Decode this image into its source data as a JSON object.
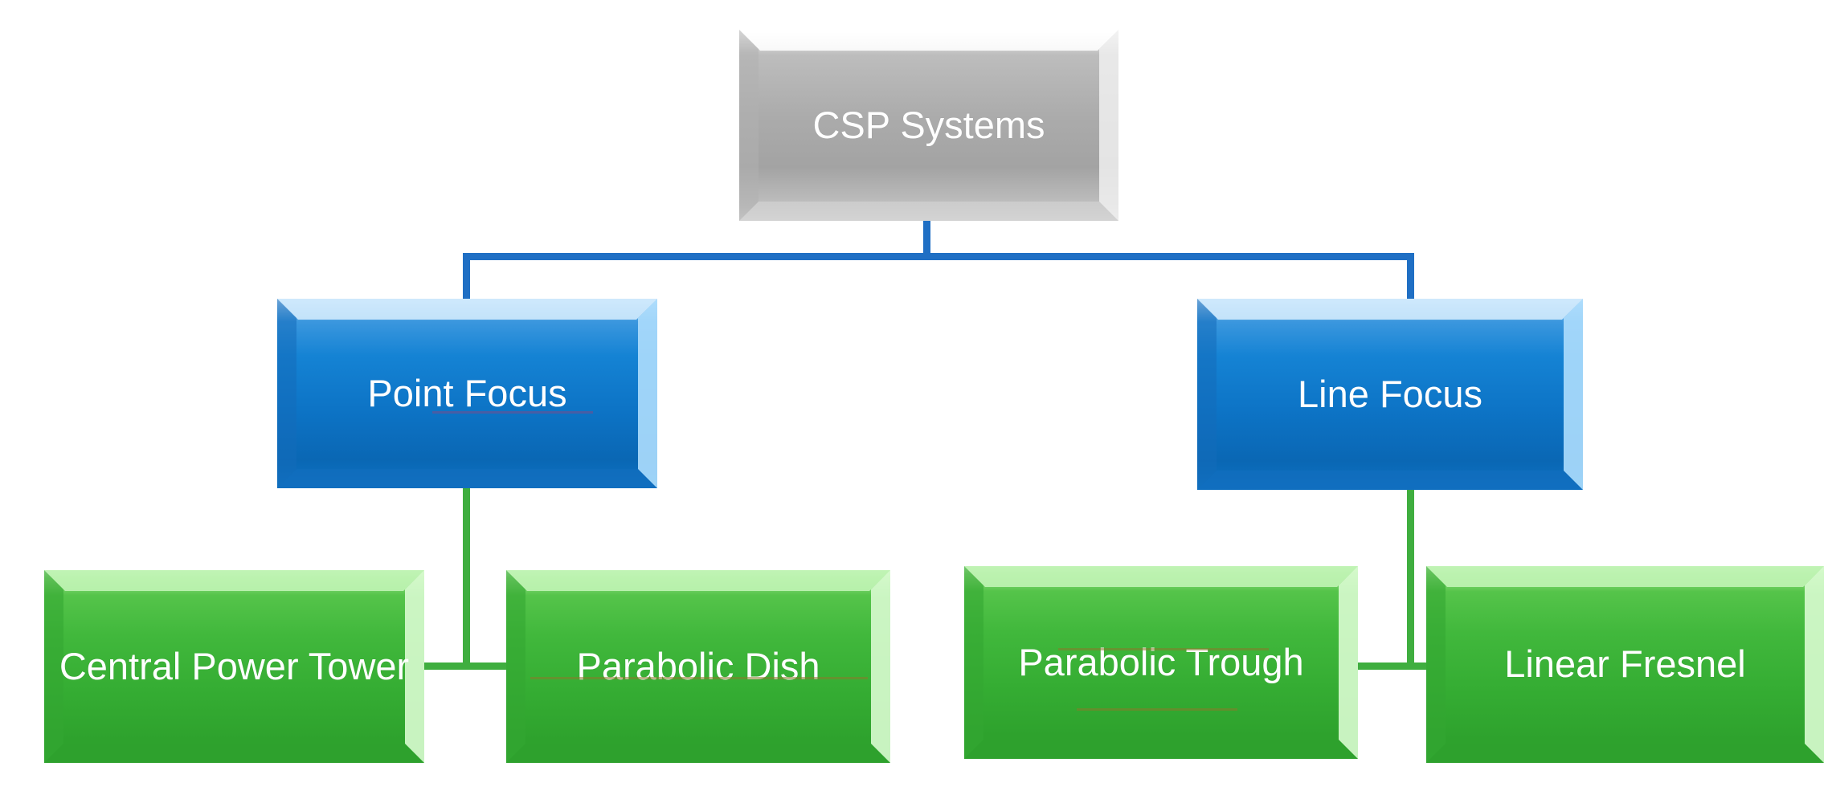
{
  "diagram": {
    "title": "CSP Systems",
    "type": "hierarchy-tree",
    "levels": 3,
    "colors": {
      "root_grey": "#ababab",
      "level2_blue": "#0d74c6",
      "level3_green": "#35ad33",
      "connector_blue": "#1F6FC4",
      "connector_green": "#3FAE3F",
      "text": "#ffffff",
      "background": "#ffffff"
    },
    "nodes": {
      "root": {
        "label": "CSP Systems",
        "level": 1,
        "color": "grey"
      },
      "branch_left": {
        "label": "Point Focus",
        "level": 2,
        "color": "blue"
      },
      "branch_right": {
        "label": "Line Focus",
        "level": 2,
        "color": "blue"
      },
      "leaf_1": {
        "label": "Central Power Tower",
        "level": 3,
        "color": "green",
        "parent": "Point Focus"
      },
      "leaf_2": {
        "label": "Parabolic Dish",
        "level": 3,
        "color": "green",
        "parent": "Point Focus"
      },
      "leaf_3": {
        "label": "Parabolic Trough",
        "level": 3,
        "color": "green",
        "parent": "Line Focus"
      },
      "leaf_4": {
        "label": "Linear Fresnel",
        "level": 3,
        "color": "green",
        "parent": "Line Focus"
      }
    }
  }
}
